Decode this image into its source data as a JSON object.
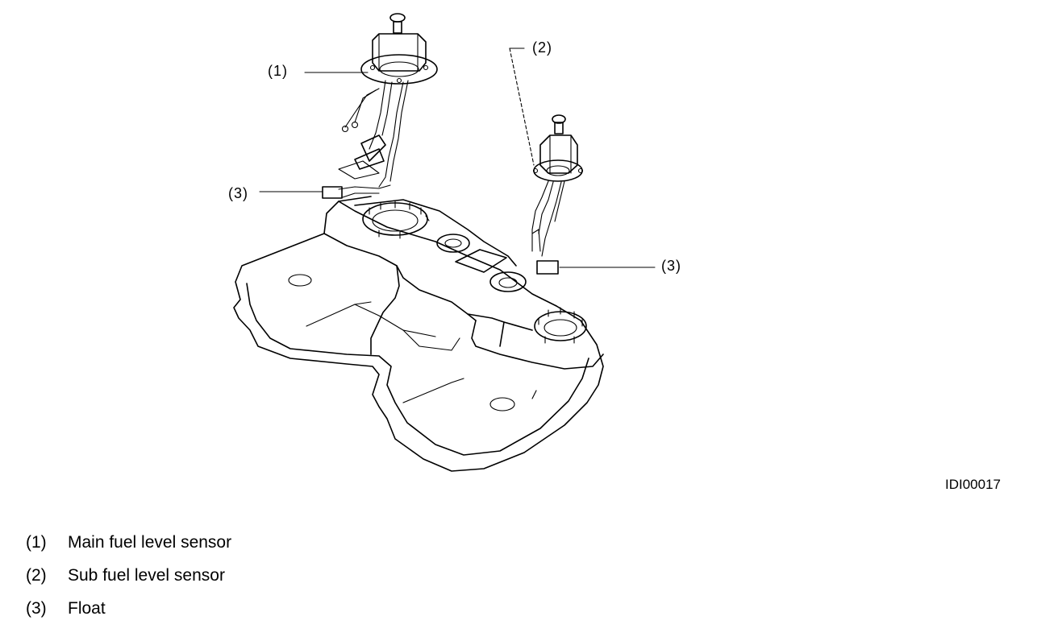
{
  "callouts": {
    "main_sensor": "(1)",
    "sub_sensor": "(2)",
    "float_left": "(3)",
    "float_right": "(3)"
  },
  "figure_id": "IDI00017",
  "legend": [
    {
      "num": "(1)",
      "label": "Main fuel level sensor"
    },
    {
      "num": "(2)",
      "label": "Sub fuel level sensor"
    },
    {
      "num": "(3)",
      "label": "Float"
    }
  ]
}
